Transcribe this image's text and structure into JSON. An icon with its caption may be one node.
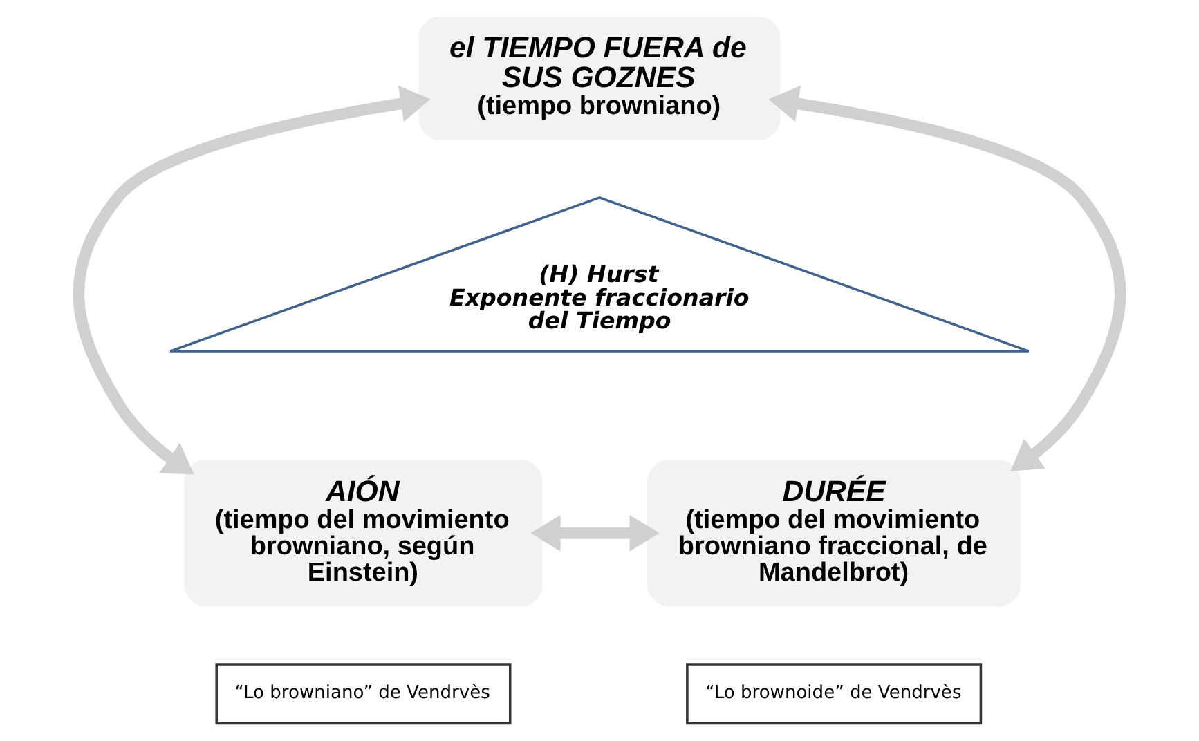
{
  "diagram": {
    "nodes": [
      {
        "text": [
          "el TIEMPO FUERA de SUS GOZNES",
          "(tiempo browniano)"
        ]
      },
      {
        "text": [
          "(H) Hurst",
          "Exponente fraccionario del Tiempo"
        ]
      },
      {
        "text": [
          "AIÓN",
          "(tiempo del movimiento browniano, según Einstein)"
        ]
      },
      {
        "text": [
          "DURÉE",
          "(tiempo del movimiento browniano fraccional, de Mandelbrot)"
        ]
      },
      {
        "text": [
          "“Lo browniano” de Vendrvès"
        ]
      },
      {
        "text": [
          "“Lo brownoide” de Vendrvès"
        ]
      }
    ],
    "edges": [
      {
        "from": 2,
        "to": 0,
        "arrow": "both"
      },
      {
        "from": 0,
        "to": 3,
        "arrow": "both"
      },
      {
        "from": 2,
        "to": 3,
        "arrow": "both"
      }
    ]
  }
}
